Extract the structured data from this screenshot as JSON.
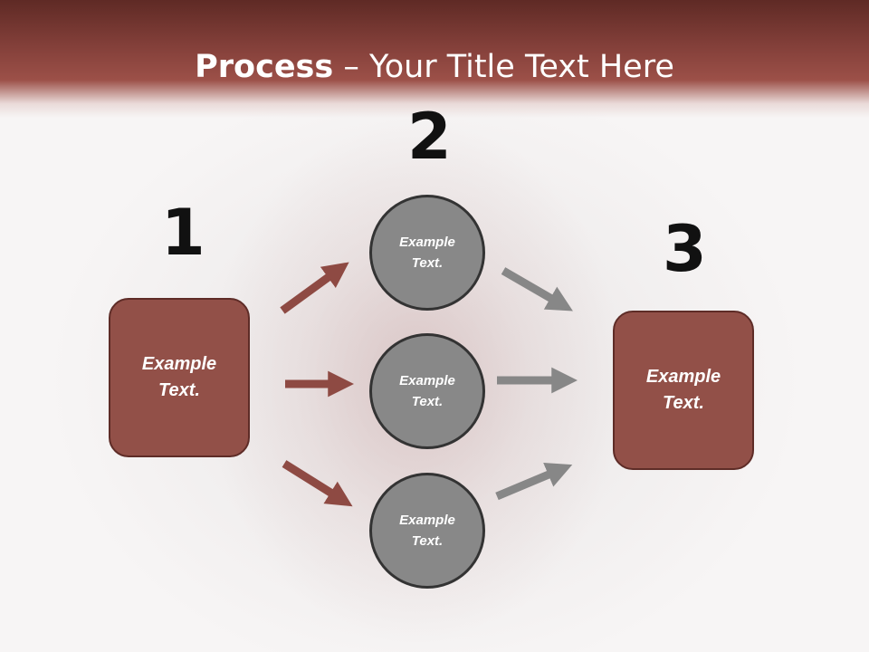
{
  "title": {
    "bold": "Process",
    "rest": " – Your Title Text Here"
  },
  "steps": {
    "one": "1",
    "two": "2",
    "three": "3"
  },
  "left_box": {
    "line1": "Example",
    "line2": "Text."
  },
  "right_box": {
    "line1": "Example",
    "line2": "Text."
  },
  "circles": [
    {
      "line1": "Example",
      "line2": "Text."
    },
    {
      "line1": "Example",
      "line2": "Text."
    },
    {
      "line1": "Example",
      "line2": "Text."
    }
  ],
  "colors": {
    "header": "#84403a",
    "box_fill": "#925048",
    "box_border": "#5e2c27",
    "circle_fill": "#888888",
    "circle_border": "#333333",
    "arrow_left": "#8e4a43",
    "arrow_right": "#878787"
  }
}
